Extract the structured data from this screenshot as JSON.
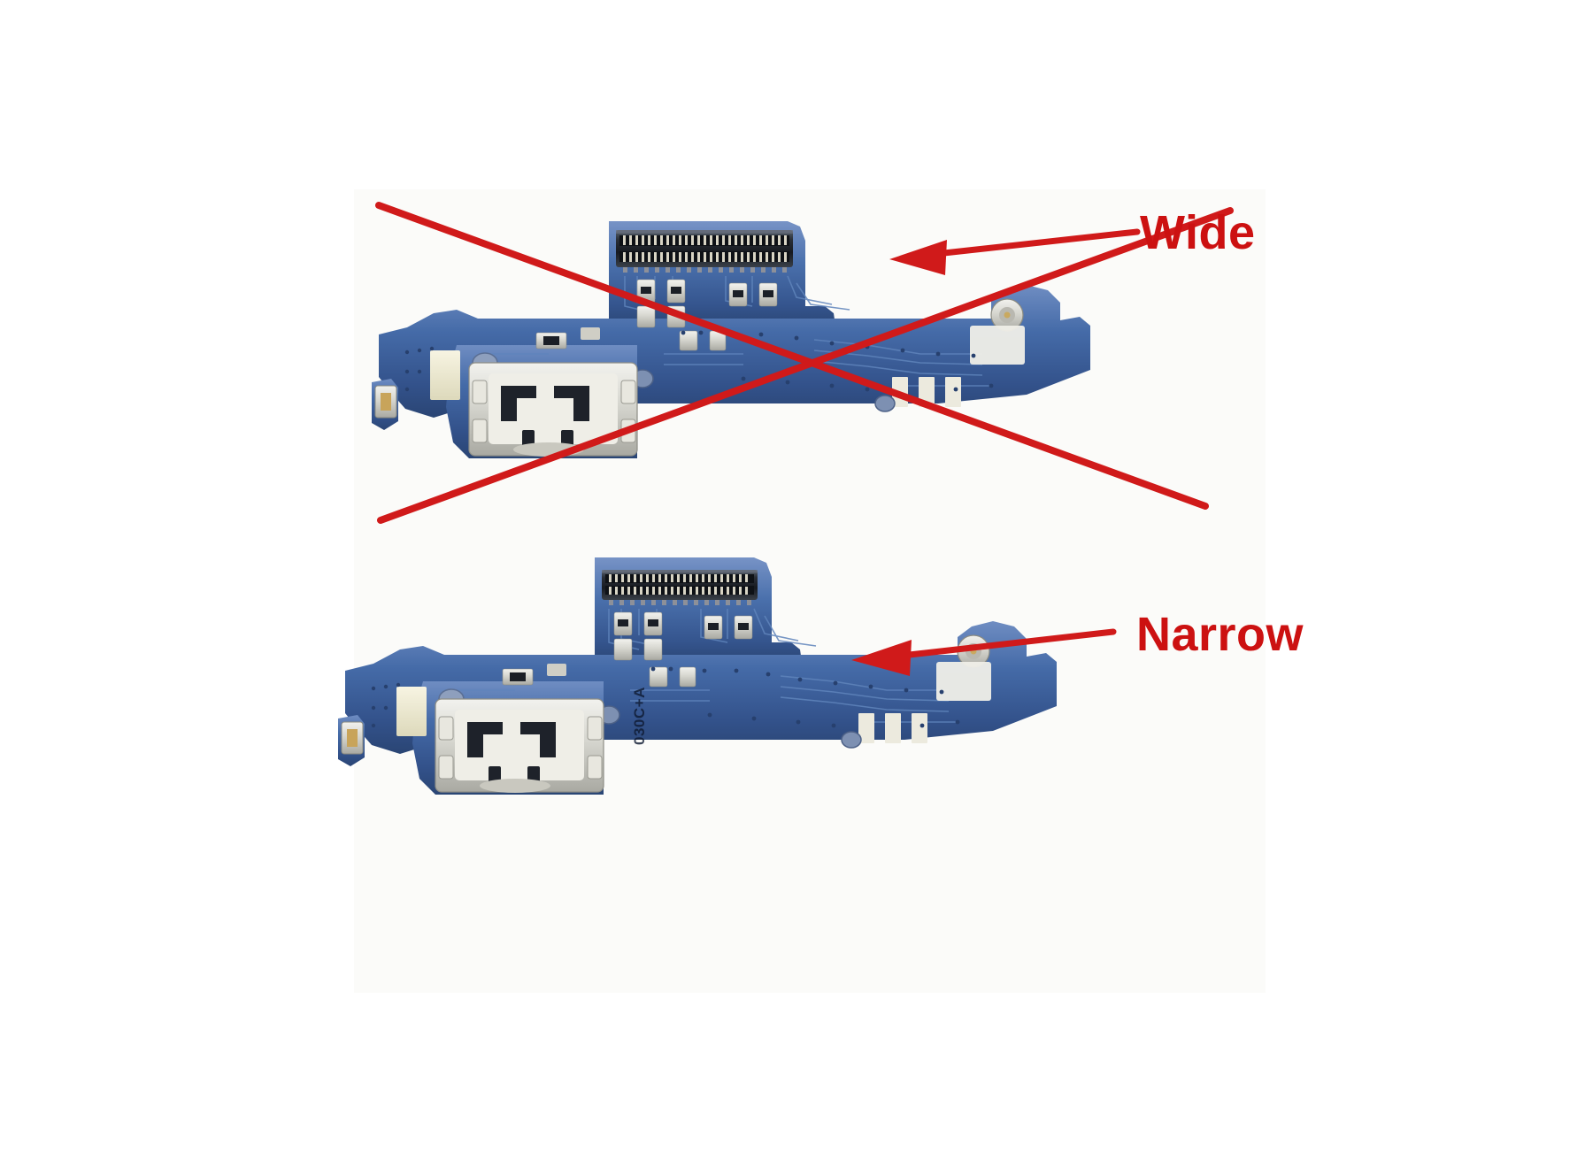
{
  "page": {
    "background_color": "#ffffff",
    "panel_background_color": "#fbfbf9",
    "annotation_color": "#cc1111"
  },
  "annotations": {
    "wide_label": "Wide",
    "narrow_label": "Narrow",
    "reject_mark": "red-x-cross-out"
  },
  "boards": {
    "top": {
      "name": "charging-port-flex-board-wide-connector",
      "connector_type": "Wide",
      "rejected": true,
      "pcb_color": "#3f5f9e",
      "pcb_color_dark": "#2b4577",
      "pcb_color_light": "#6d8bc0",
      "silkscreen_text": ""
    },
    "bottom": {
      "name": "charging-port-flex-board-narrow-connector",
      "connector_type": "Narrow",
      "rejected": false,
      "pcb_color": "#3f5f9e",
      "pcb_color_dark": "#2b4577",
      "pcb_color_light": "#6d8bc0",
      "silkscreen_text": "030C+A"
    }
  }
}
